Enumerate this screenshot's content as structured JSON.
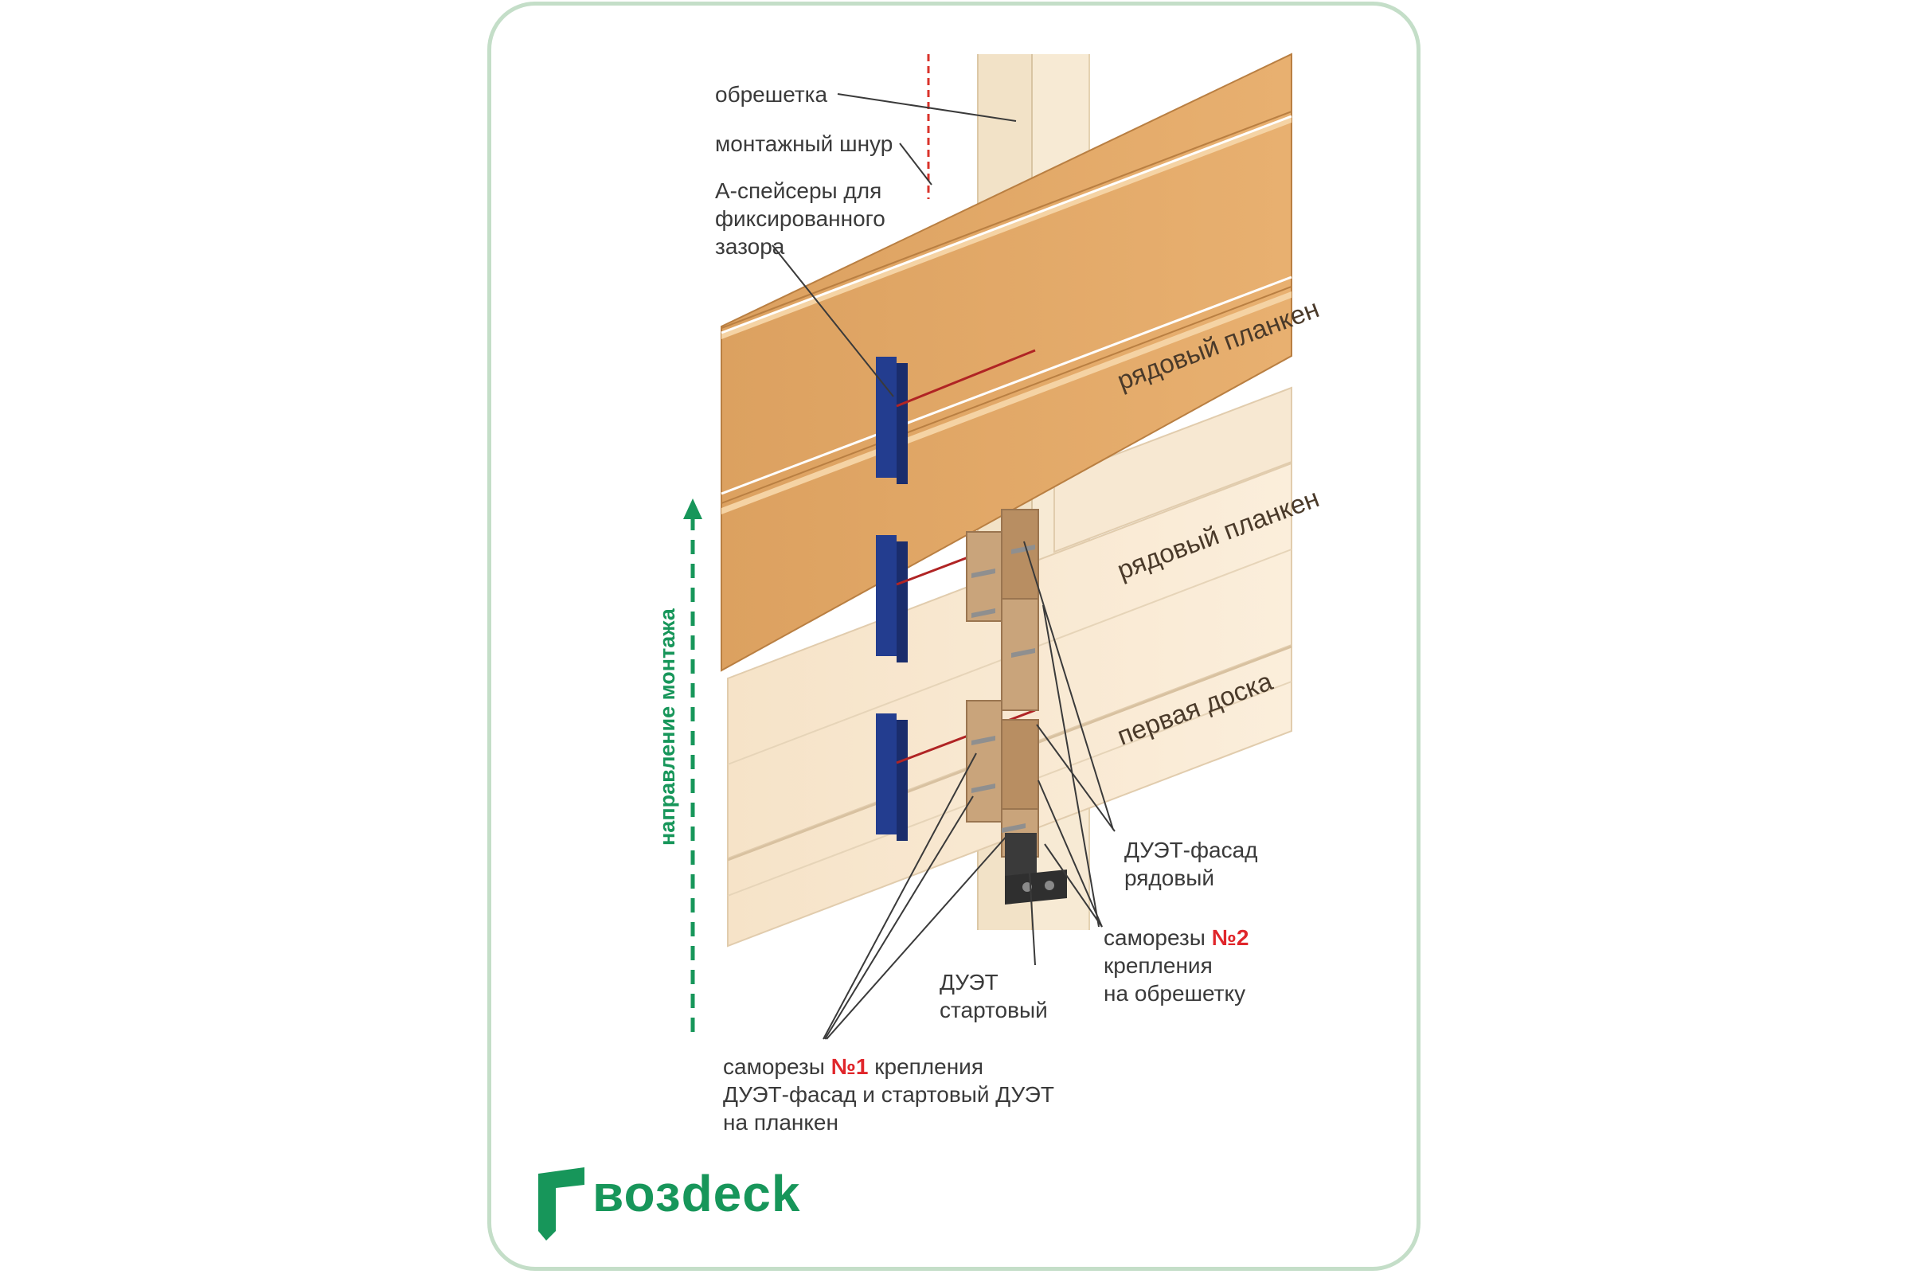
{
  "labels": {
    "obreshetka": "обрешетка",
    "shnur": "монтажный шнур",
    "spacers": [
      "А-спейсеры для",
      "фиксированного",
      "зазора"
    ],
    "board_row1": "рядовый планкен",
    "board_row2": "рядовый планкен",
    "board_first": "первая доска",
    "duet_fasad": [
      "ДУЭТ-фасад",
      "рядовый"
    ],
    "screws2": {
      "pre": "саморезы ",
      "num": "№2",
      "lines": [
        "крепления",
        "на обрешетку"
      ]
    },
    "duet_start": [
      "ДУЭТ",
      "стартовый"
    ],
    "screws1": {
      "pre": "саморезы ",
      "num": "№1",
      "post": " крепления",
      "lines": [
        "ДУЭТ-фасад и стартовый ДУЭТ",
        "на планкен"
      ]
    },
    "direction": "направление монтажа"
  },
  "logo": {
    "text": "возdeck",
    "icon": "g-letter-logo-icon"
  },
  "colors": {
    "accent": "#17965a",
    "number": "#e0262b",
    "border": "#c4dec8",
    "board_top": "#e2a863",
    "board_light": "#f7e6cf",
    "spacer": "#233d8f",
    "clip": "#c9a47b"
  }
}
